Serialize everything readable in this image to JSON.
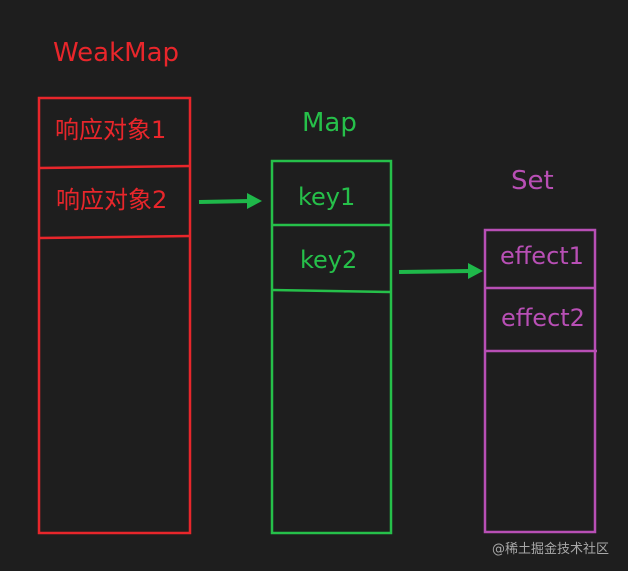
{
  "weakmap": {
    "title": "WeakMap",
    "items": [
      "响应对象1",
      "响应对象2"
    ]
  },
  "map": {
    "title": "Map",
    "items": [
      "key1",
      "key2"
    ]
  },
  "set": {
    "title": "Set",
    "items": [
      "effect1",
      "effect2"
    ]
  },
  "watermark": "@稀土掘金技术社区",
  "colors": {
    "background": "#1e1e1e",
    "weakmap": "#e8262b",
    "map": "#26c04a",
    "set": "#b84fb5",
    "arrow": "#1fb84a",
    "watermark": "#a8a8a8"
  }
}
